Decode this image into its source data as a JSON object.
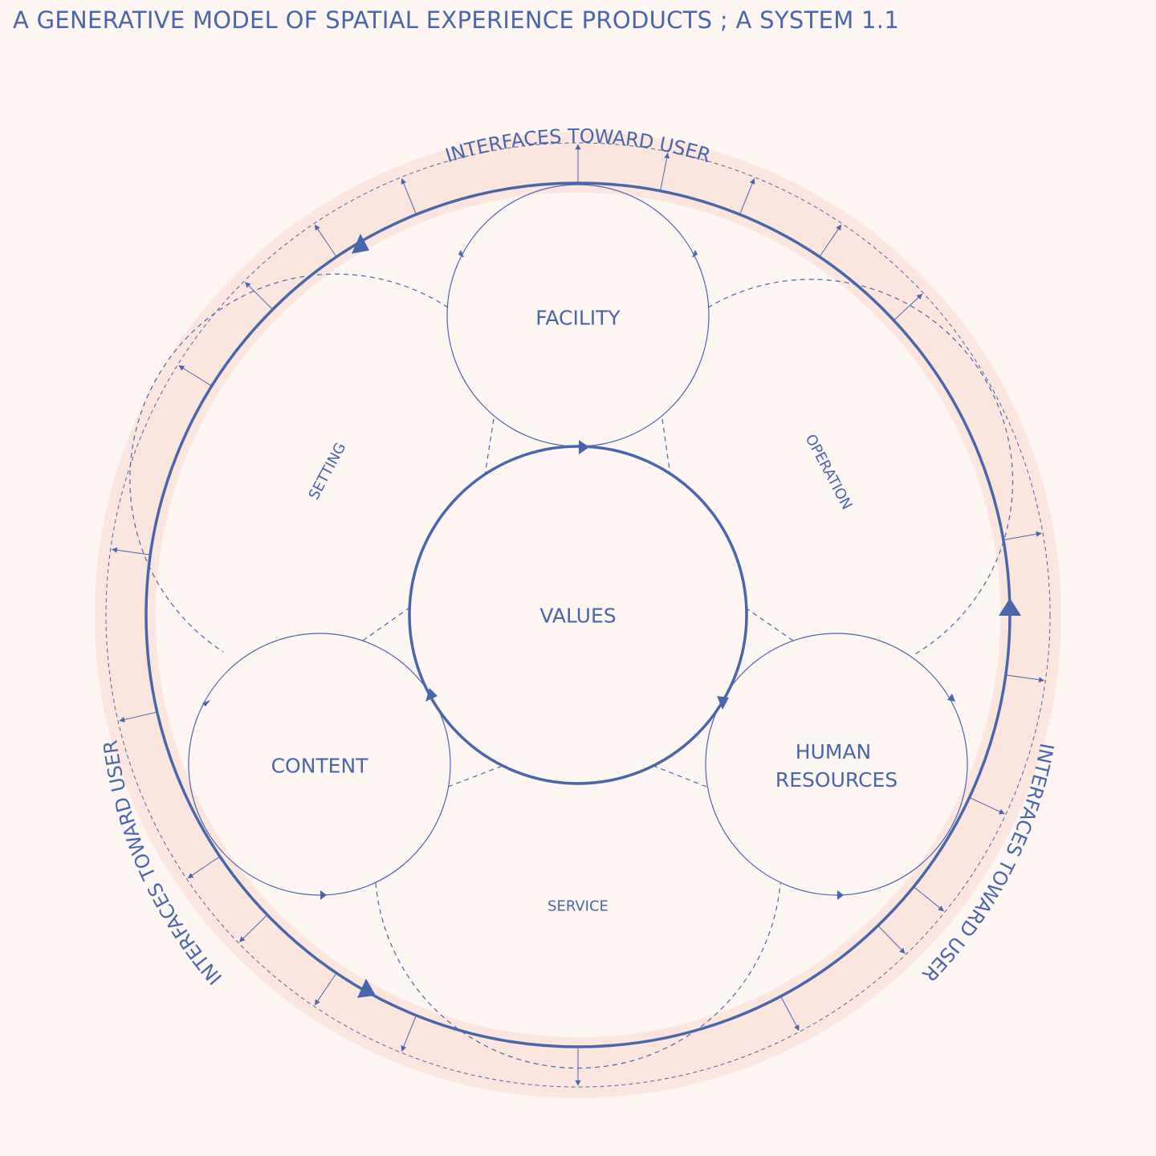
{
  "title": "A GENERATIVE MODEL OF SPATIAL EXPERIENCE PRODUCTS ; A SYSTEM 1.1",
  "colors": {
    "background": "#fdf5f2",
    "accent": "#4a66aa",
    "band": "#fbe5df"
  },
  "diagram": {
    "center": "VALUES",
    "nodes": {
      "facility": "FACILITY",
      "content": "CONTENT",
      "human_resources": [
        "HUMAN",
        "RESOURCES"
      ]
    },
    "regions": {
      "setting": "SETTING",
      "operation": "OPERATION",
      "service": "SERVICE"
    },
    "ring_labels": {
      "top": "INTERFACES TOWARD USER",
      "left": "INTERFACES TOWARD USER",
      "right": "INTERFACES TOWARD USER"
    }
  }
}
